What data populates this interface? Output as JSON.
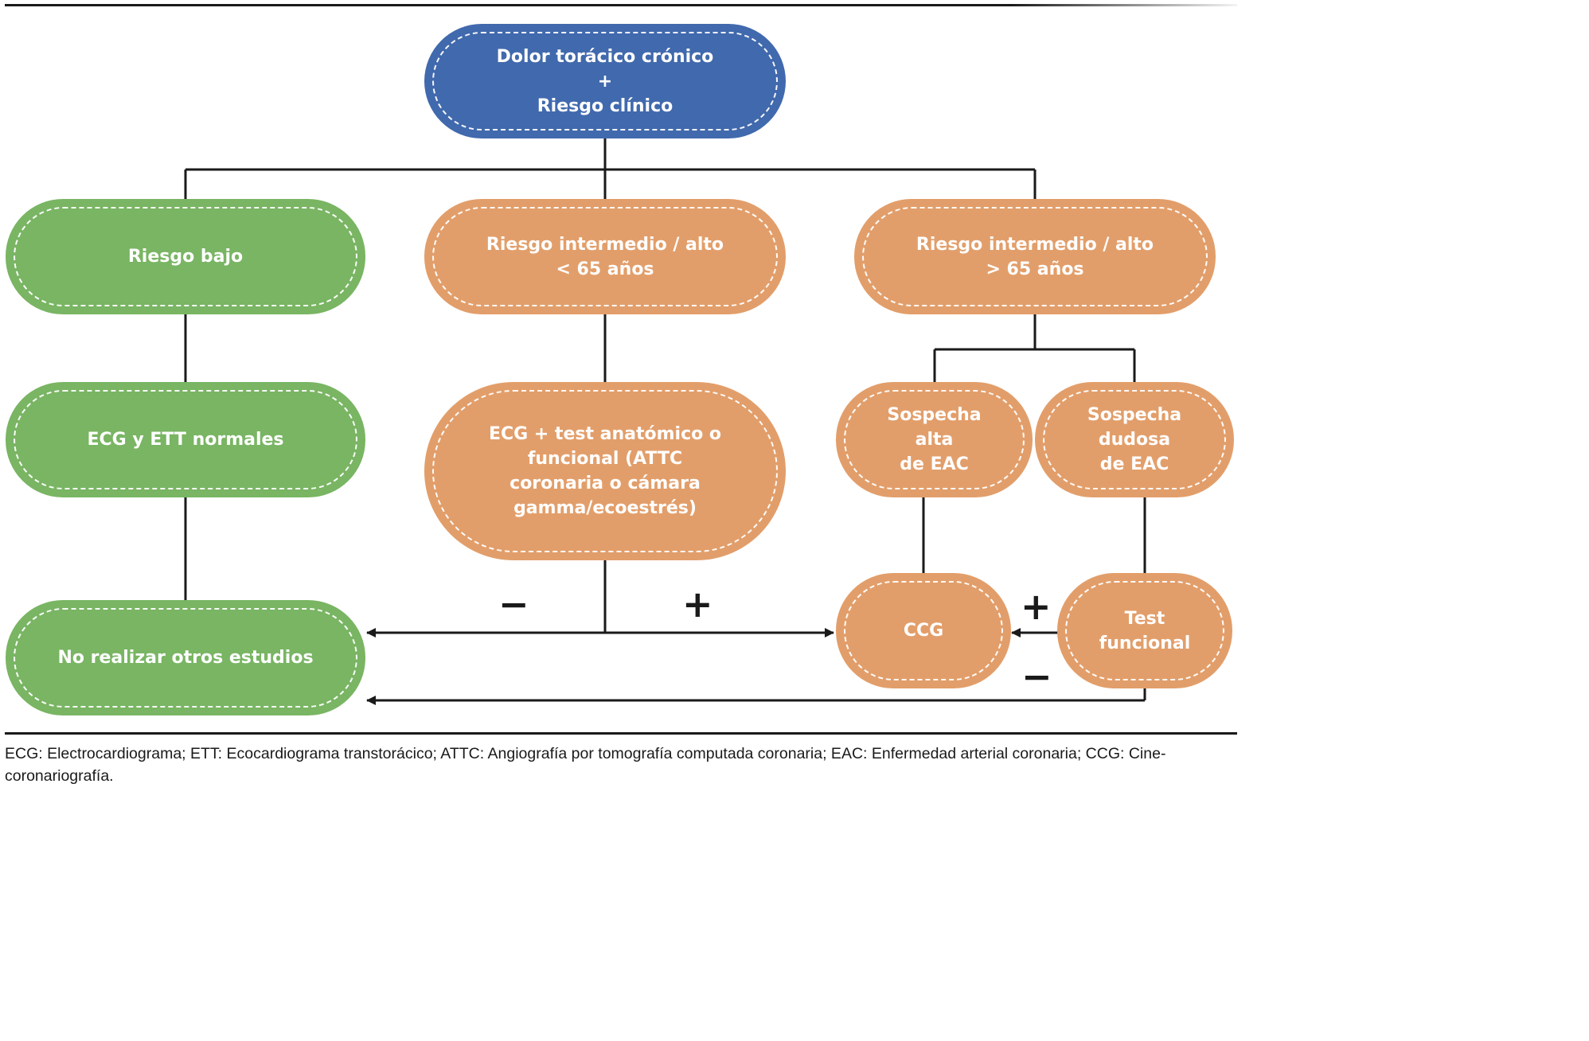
{
  "nodes": {
    "top": "Dolor torácico crónico\n+\nRiesgo clínico",
    "risk_low": "Riesgo bajo",
    "risk_mid_young": "Riesgo intermedio / alto\n< 65 años",
    "risk_mid_old": "Riesgo intermedio / alto\n> 65 años",
    "ecg_ett_normal": "ECG y ETT normales",
    "ecg_test": "ECG + test anatómico o\nfuncional (ATTC\ncoronaria o cámara\ngamma/ecoestrés)",
    "suspicion_high": "Sospecha\nalta\nde EAC",
    "suspicion_doubtful": "Sospecha\ndudosa\nde EAC",
    "no_more_studies": "No realizar otros estudios",
    "ccg": "CCG",
    "functional_test": "Test\nfuncional"
  },
  "signs": {
    "minus_left": "−",
    "plus_mid": "+",
    "plus_right": "+",
    "minus_right": "−"
  },
  "caption": "ECG: Electrocardiograma; ETT: Ecocardiograma transtorácico; ATTC: Angiografía por tomografía computada coronaria; EAC: Enfermedad arterial coronaria; CCG: Cine­coronariografía.",
  "colors": {
    "blue": "#4169ad",
    "green": "#79b563",
    "orange": "#e29e6a",
    "line": "#1a1a1a"
  }
}
